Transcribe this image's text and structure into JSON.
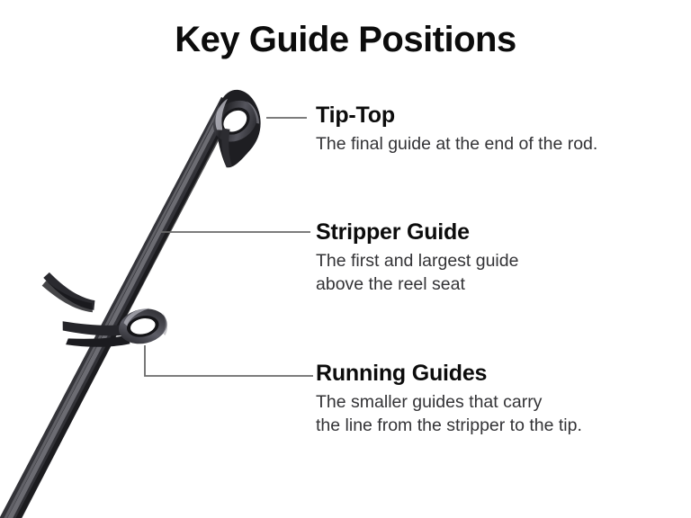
{
  "title": "Key Guide Positions",
  "background_color": "#ffffff",
  "colors": {
    "title": "#0c0c0c",
    "heading": "#0c0c0c",
    "body": "#333336",
    "leader_line": "#6a6a6a",
    "rod_dark": "#232326",
    "rod_mid": "#3c3c41",
    "rod_highlight": "#8d8d95"
  },
  "illustration": {
    "subject": "fishing-rod-tip-section",
    "parts": [
      {
        "name": "rod-blank",
        "label": "rod blank"
      },
      {
        "name": "tip-top-guide",
        "label": "tip-top guide ring"
      },
      {
        "name": "running-guide",
        "label": "running guide ring"
      },
      {
        "name": "stripper-guide",
        "label": "stripper guide ring"
      }
    ]
  },
  "callouts": [
    {
      "id": "tip-top",
      "heading": "Tip-Top",
      "body": "The final guide at the end of the rod.",
      "leader": "straight"
    },
    {
      "id": "stripper",
      "heading": "Stripper Guide",
      "body": "The first and largest guide\nabove the reel seat",
      "leader": "straight"
    },
    {
      "id": "running",
      "heading": "Running Guides",
      "body": "The smaller guides that carry\nthe line from the stripper to  the tip.",
      "leader": "elbow"
    }
  ]
}
